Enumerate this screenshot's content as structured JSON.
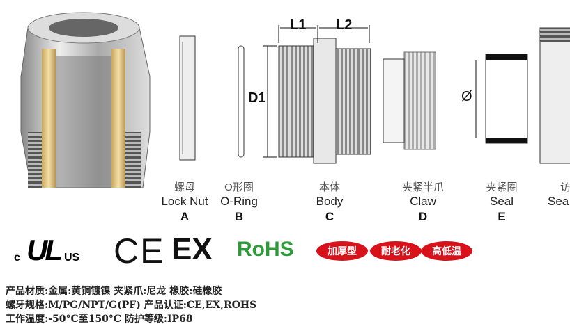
{
  "dimensions": {
    "l1": "L1",
    "l2": "L2",
    "d1": "D1",
    "diameter": "Ø"
  },
  "parts": [
    {
      "cn": "螺母",
      "en": "Lock Nut",
      "letter": "A"
    },
    {
      "cn": "O形圈",
      "en": "O-Ring",
      "letter": "B"
    },
    {
      "cn": "本体",
      "en": "Body",
      "letter": "C"
    },
    {
      "cn": "夹紧半爪",
      "en": "Claw",
      "letter": "D"
    },
    {
      "cn": "夹紧圈",
      "en": "Seal",
      "letter": "E"
    },
    {
      "cn": "访",
      "en": "Sea"
    }
  ],
  "certs": {
    "ul_c": "c",
    "ul_us": "US",
    "ul": "UL",
    "ce": "CE",
    "ex": "EX",
    "rohs": "RoHS",
    "rohs_color": "#2e9b3a",
    "badge_color": "#d8121b"
  },
  "badges": [
    "加厚型",
    "耐老化",
    "高低温"
  ],
  "specs": [
    "产品材质:金属:黄铜镀镍 夹紧爪:尼龙 橡胶:硅橡胶",
    "螺牙规格:M/PG/NPT/G(PF) 产品认证:CE,EX,ROHS",
    "工作温度:-50°C至150°C 防护等级:IP68"
  ]
}
